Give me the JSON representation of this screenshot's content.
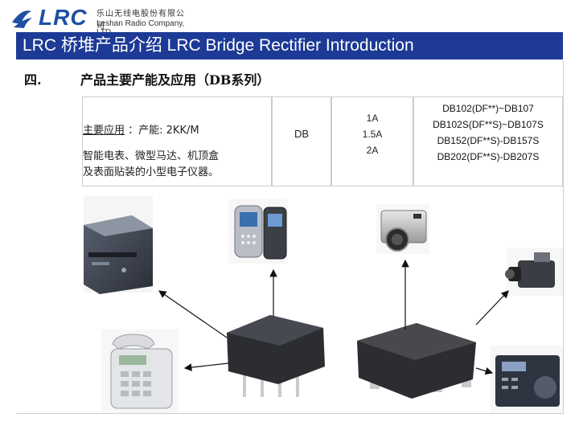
{
  "header": {
    "logo_text": "LRC",
    "company_cn": "乐山无线电股份有限公司",
    "company_en": "Leshan Radio Company, LTD",
    "title": "LRC 桥堆产品介绍  LRC Bridge Rectifier Introduction"
  },
  "section": {
    "number": "四.",
    "title": "产品主要产能及应用（DB系列）"
  },
  "table": {
    "app_label": "主要应用",
    "capacity": " ：产能: 2KK/M",
    "app_desc_line1": "智能电表、微型马达、机顶盒",
    "app_desc_line2": "及表面贴装的小型电子仪器。",
    "type": "DB",
    "currents": [
      "1A",
      "1.5A",
      "2A"
    ],
    "parts": [
      "DB102(DF**)~DB107",
      "DB102S(DF**S)~DB107S",
      "DB152(DF**S)-DB157S",
      "DB202(DF**S)-DB207S"
    ]
  },
  "colors": {
    "title_bar": "#1c3a96",
    "logo": "#1f4fa3",
    "arrow": "#111111"
  },
  "icons": [
    "lrc-logo-icon",
    "mobile-phone-icon",
    "digital-camera-icon",
    "set-top-box-icon",
    "camcorder-icon",
    "desk-telephone-icon",
    "radio-icon",
    "bridge-rectifier-chip-icon",
    "smd-bridge-rectifier-icon"
  ]
}
